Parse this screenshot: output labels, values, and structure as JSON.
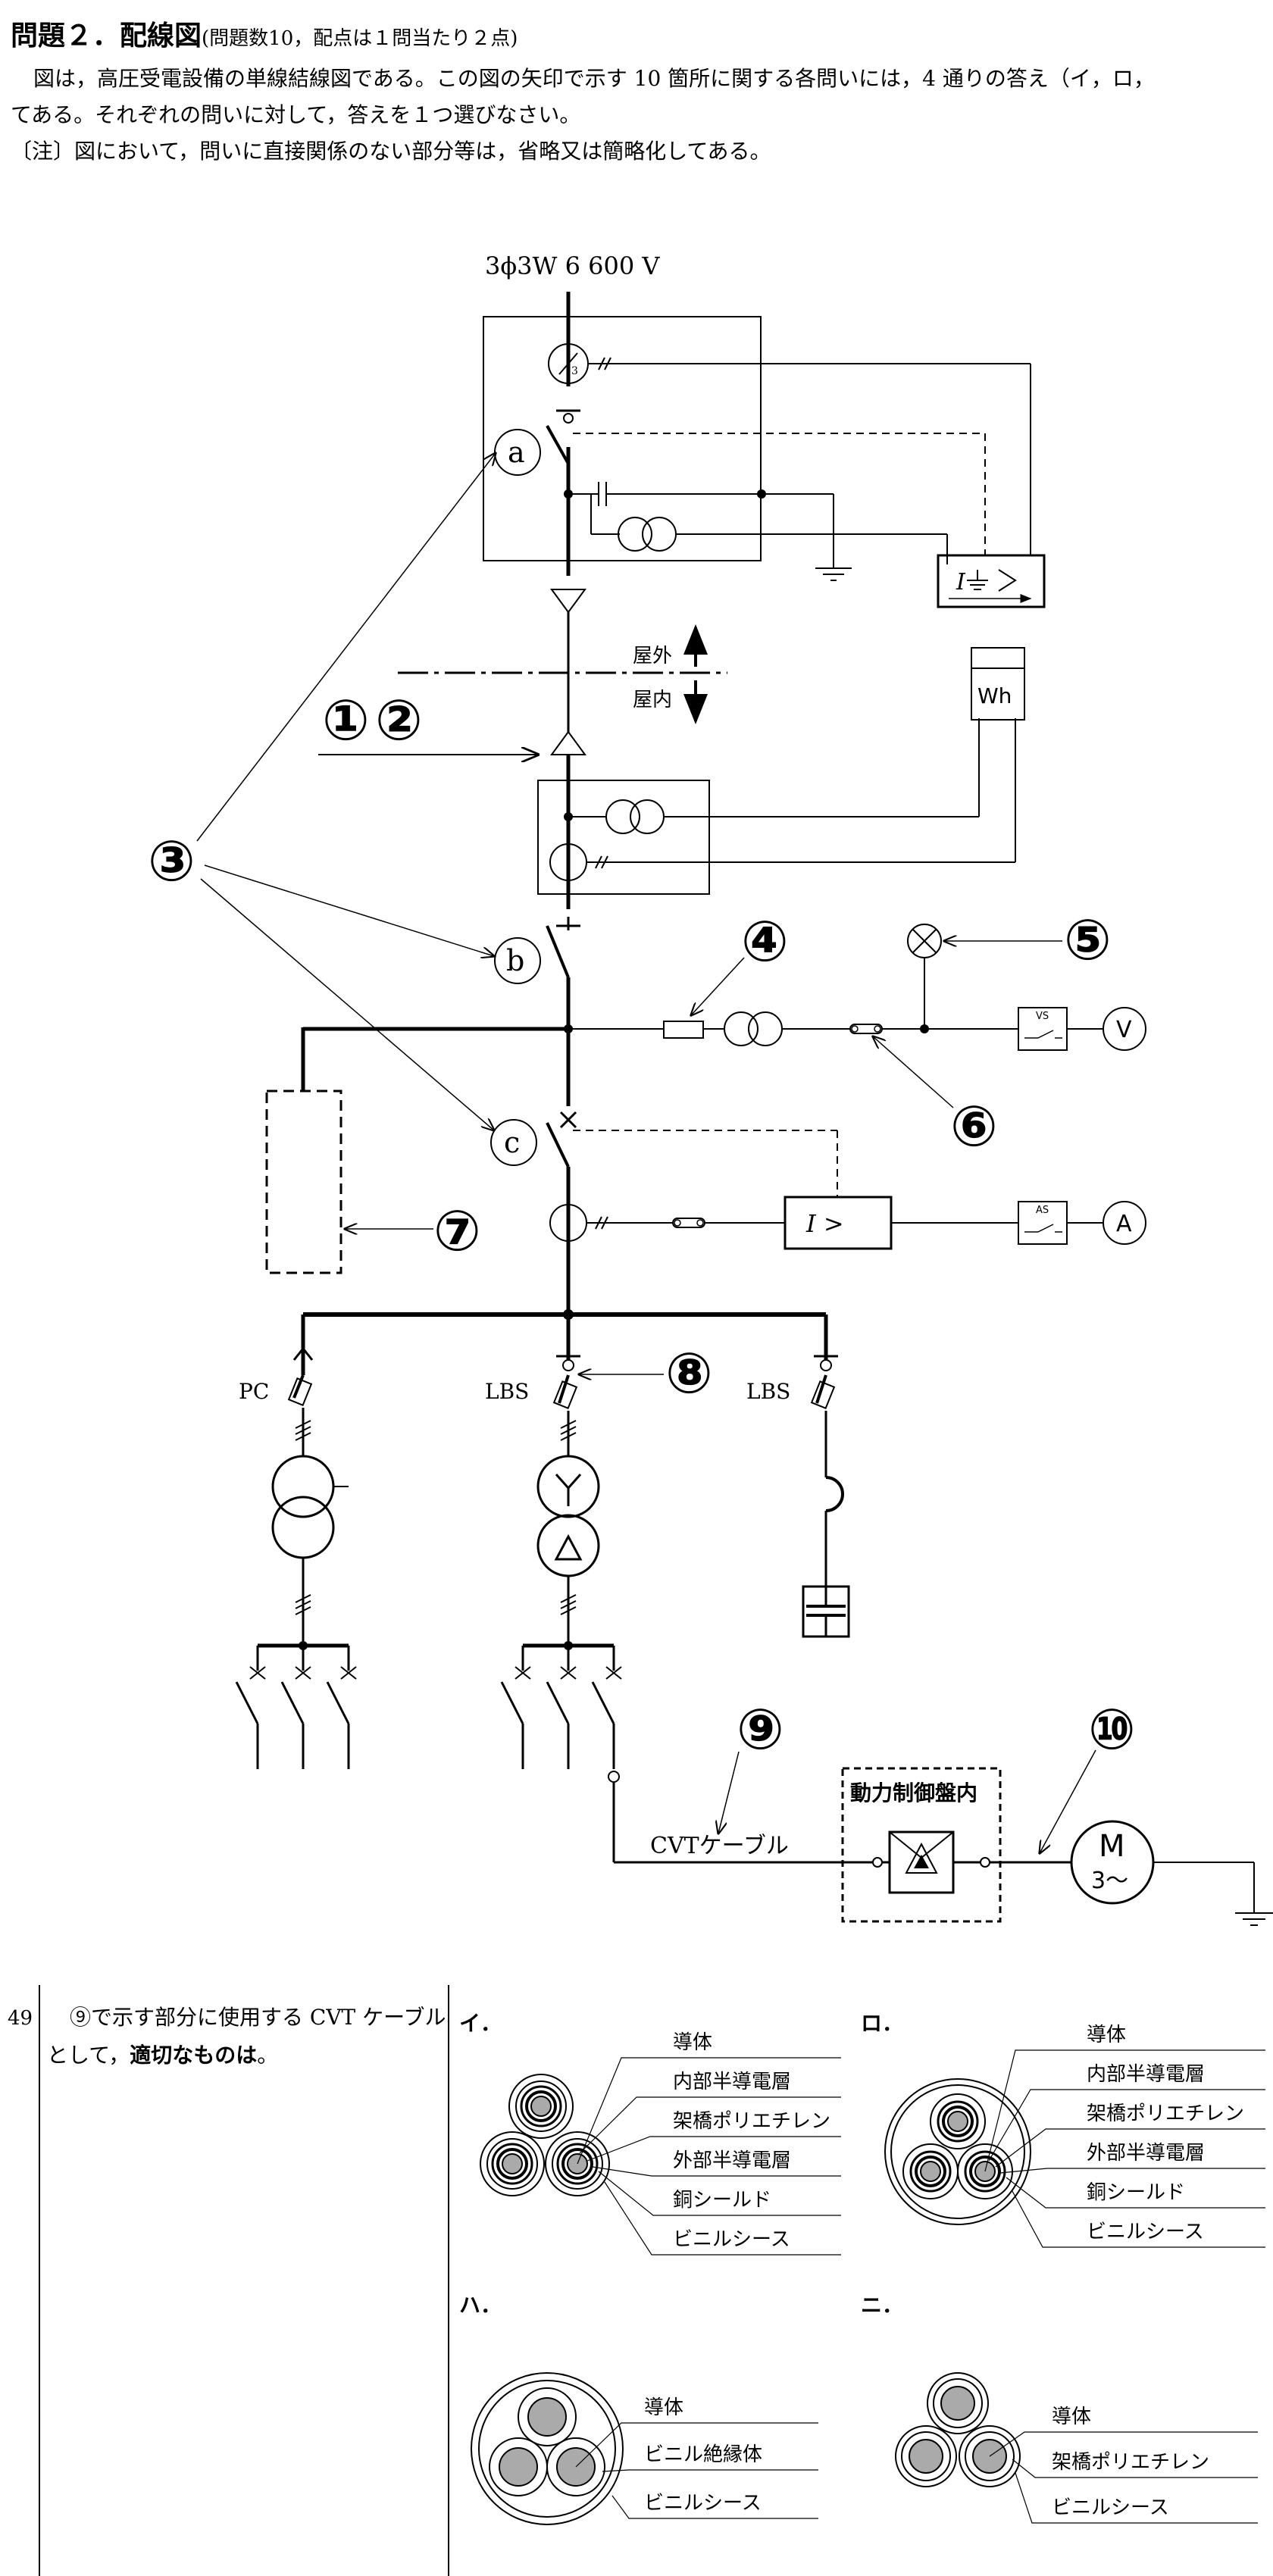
{
  "header": {
    "title": "問題２．配線図",
    "subtitle": "(問題数10，配点は１問当たり２点)"
  },
  "instructions": {
    "line1": "図は，高圧受電設備の単線結線図である。この図の矢印で示す 10 箇所に関する各問いには，4 通りの答え（イ，ロ，",
    "line2": "てある。それぞれの問いに対して，答えを１つ選びなさい。",
    "note": "〔注〕図において，問いに直接関係のない部分等は，省略又は簡略化してある。"
  },
  "diagram": {
    "supply": "3ϕ3W  6 600 V",
    "letters": [
      "a",
      "b",
      "c"
    ],
    "outdoor": "屋外",
    "indoor": "屋内",
    "wh": "Wh",
    "pc": "PC",
    "lbs": "LBS",
    "vs": "VS",
    "as": "AS",
    "v": "V",
    "a_meter": "A",
    "ocr": "I >",
    "gr_i": "I",
    "motor_m": "M",
    "motor_sub": "3～",
    "cable_label": "CVTケーブル",
    "panel_label": "動力制御盤内",
    "markers": [
      "①",
      "②",
      "③",
      "④",
      "⑤",
      "⑥",
      "⑦",
      "⑧",
      "⑨",
      "⑩"
    ]
  },
  "question": {
    "number": "49",
    "text1": "⑨で示す部分に使用する CVT ケーブル",
    "text2_pre": "として，",
    "text2_bold": "適切なものは",
    "text2_post": "。",
    "options": [
      {
        "key": "イ．",
        "labels": [
          "導体",
          "内部半導電層",
          "架橋ポリエチレン",
          "外部半導電層",
          "銅シールド",
          "ビニルシース"
        ]
      },
      {
        "key": "ロ．",
        "labels": [
          "導体",
          "内部半導電層",
          "架橋ポリエチレン",
          "外部半導電層",
          "銅シールド",
          "ビニルシース"
        ]
      },
      {
        "key": "ハ．",
        "labels": [
          "導体",
          "ビニル絶縁体",
          "ビニルシース"
        ]
      },
      {
        "key": "ニ．",
        "labels": [
          "導体",
          "架橋ポリエチレン",
          "ビニルシース"
        ]
      }
    ]
  }
}
